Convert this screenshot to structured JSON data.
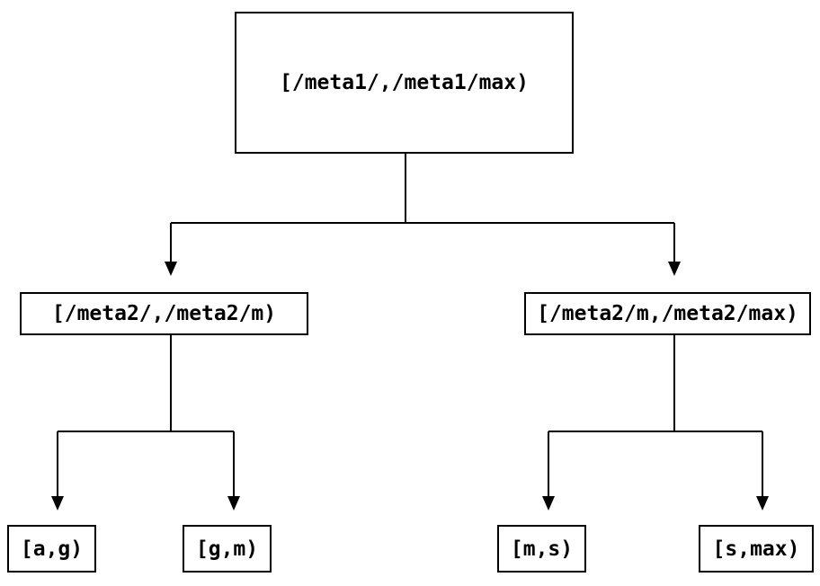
{
  "diagram": {
    "type": "binary-interval-tree",
    "background_color": "#ffffff",
    "line_color": "#000000",
    "text_color": "#000000",
    "nodes": {
      "root": {
        "label": "[/meta1/,/meta1/max)"
      },
      "left_child": {
        "label": "[/meta2/,/meta2/m)"
      },
      "right_child": {
        "label": "[/meta2/m,/meta2/max)"
      },
      "leaf_ag": {
        "label": "[a,g)"
      },
      "leaf_gm": {
        "label": "[g,m)"
      },
      "leaf_ms": {
        "label": "[m,s)"
      },
      "leaf_smax": {
        "label": "[s,max)"
      }
    },
    "edges": [
      {
        "from": "root",
        "to": "left_child"
      },
      {
        "from": "root",
        "to": "right_child"
      },
      {
        "from": "left_child",
        "to": "leaf_ag"
      },
      {
        "from": "left_child",
        "to": "leaf_gm"
      },
      {
        "from": "right_child",
        "to": "leaf_ms"
      },
      {
        "from": "right_child",
        "to": "leaf_smax"
      }
    ]
  }
}
